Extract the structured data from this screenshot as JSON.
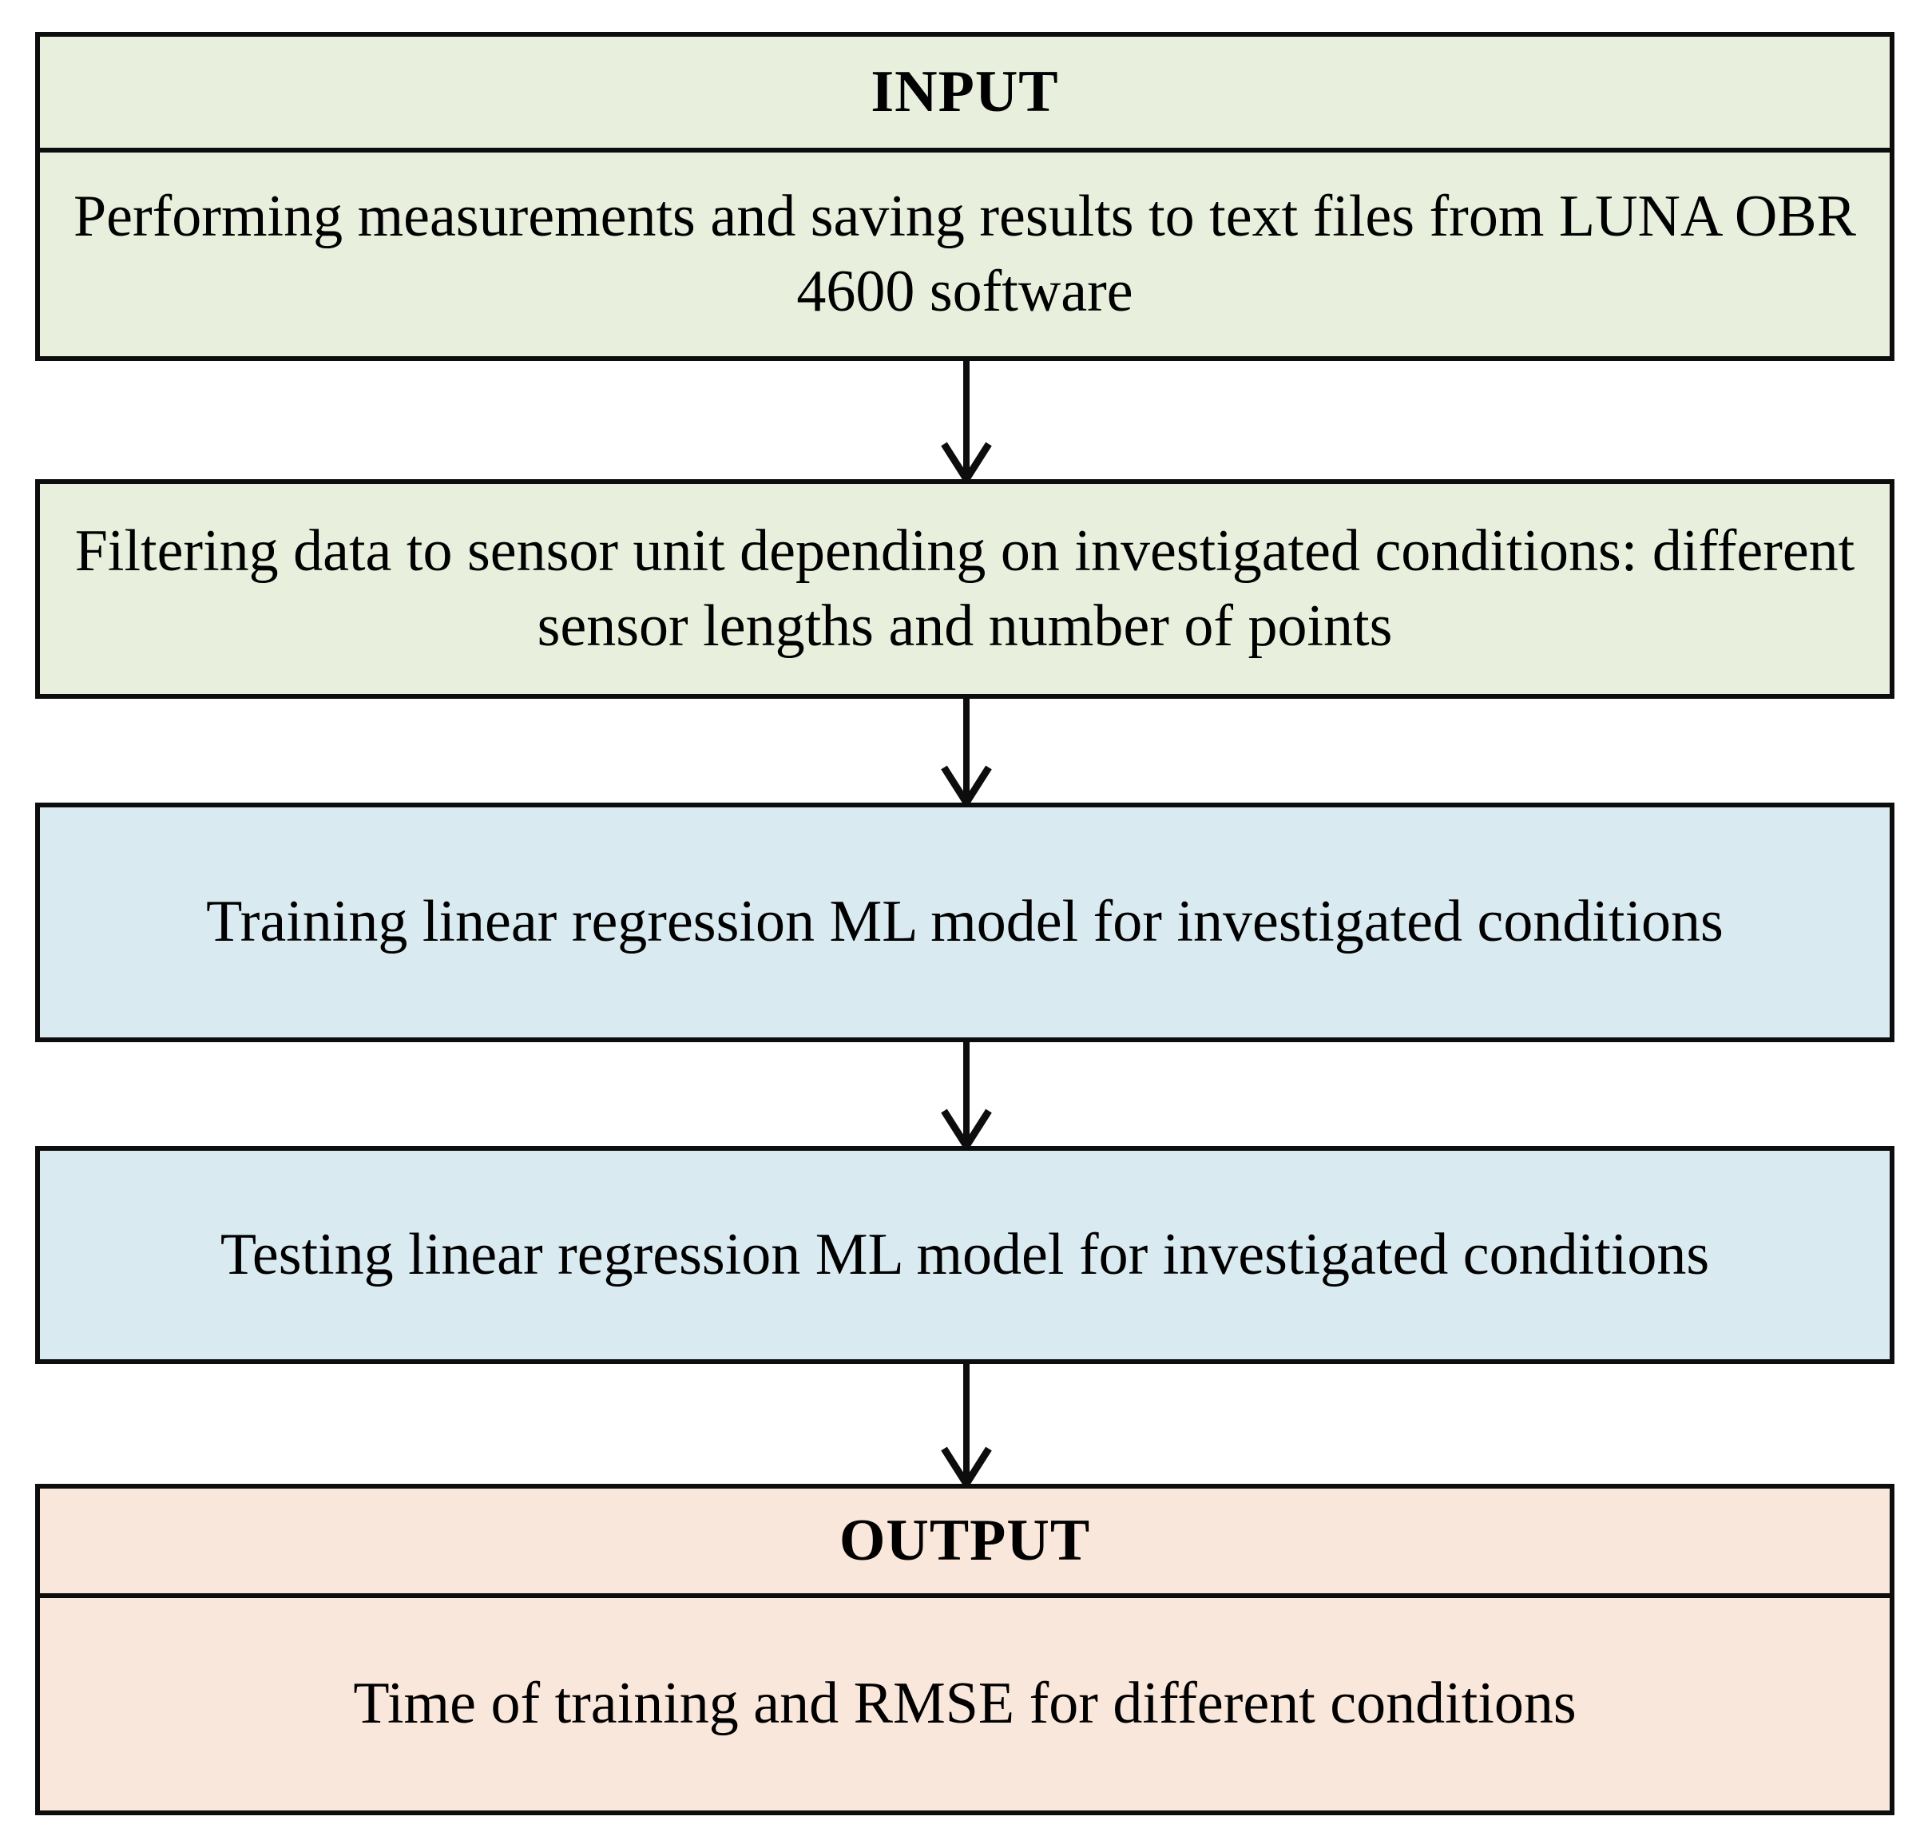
{
  "diagram": {
    "type": "flowchart",
    "orientation": "top-to-bottom",
    "nodes": [
      {
        "id": "input",
        "title": "INPUT",
        "body": "Performing measurements and saving results to text files from LUNA OBR 4600 software",
        "body_line1": "Performing measurements and saving results to text files from",
        "body_line2": "LUNA OBR 4600 software",
        "fill": "#e8efdd",
        "category": "input"
      },
      {
        "id": "filtering",
        "body": "Filtering data to sensor unit depending on investigated conditions: different sensor lengths and number of points",
        "body_line1": "Filtering data to sensor unit depending on investigated conditions:",
        "body_line2": "different sensor lengths and number of points",
        "fill": "#e8efdd",
        "category": "process"
      },
      {
        "id": "training",
        "body": "Training linear regression ML model for investigated conditions",
        "fill": "#daeaf1",
        "category": "process"
      },
      {
        "id": "testing",
        "body": "Testing linear regression ML model for investigated conditions",
        "fill": "#daeaf1",
        "category": "process"
      },
      {
        "id": "output",
        "title": "OUTPUT",
        "body": "Time of training and RMSE for different conditions",
        "fill": "#fae7db",
        "category": "output"
      }
    ],
    "edges": [
      {
        "id": "edge-1",
        "from": "input",
        "to": "filtering",
        "style": "solid-arrow-down"
      },
      {
        "id": "edge-2",
        "from": "filtering",
        "to": "training",
        "style": "solid-arrow-down"
      },
      {
        "id": "edge-3",
        "from": "training",
        "to": "testing",
        "style": "solid-arrow-down"
      },
      {
        "id": "edge-4",
        "from": "testing",
        "to": "output",
        "style": "solid-arrow-down"
      }
    ],
    "colors": {
      "input_fill": "#e8efdd",
      "process_fill": "#daeaf1",
      "output_fill": "#fae7db",
      "border": "#0d0d0d",
      "text": "#000000",
      "background": "#ffffff"
    }
  }
}
